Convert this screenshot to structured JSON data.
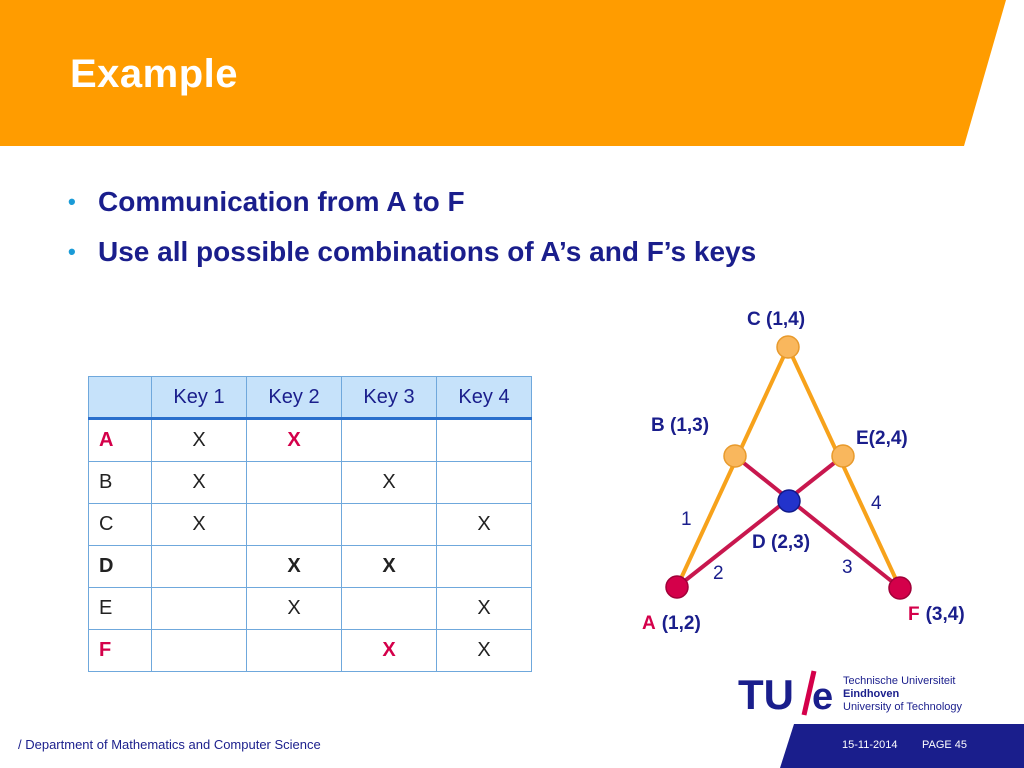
{
  "slide": {
    "title": "Example",
    "bullets": [
      "Communication from A to F",
      "Use all possible combinations of A’s and F’s keys"
    ]
  },
  "table": {
    "headers": [
      "",
      "Key 1",
      "Key 2",
      "Key 3",
      "Key 4"
    ],
    "rows": [
      {
        "name": "A",
        "cells": [
          "X",
          "X",
          "",
          ""
        ]
      },
      {
        "name": "B",
        "cells": [
          "X",
          "",
          "X",
          ""
        ]
      },
      {
        "name": "C",
        "cells": [
          "X",
          "",
          "",
          "X"
        ]
      },
      {
        "name": "D",
        "cells": [
          "",
          "X",
          "X",
          ""
        ]
      },
      {
        "name": "E",
        "cells": [
          "",
          "X",
          "",
          "X"
        ]
      },
      {
        "name": "F",
        "cells": [
          "",
          "",
          "X",
          "X"
        ]
      }
    ]
  },
  "graph": {
    "nodes": {
      "C": {
        "label": "C (1,4)"
      },
      "B": {
        "label": "B (1,3)"
      },
      "E": {
        "label": "E(2,4)"
      },
      "D": {
        "label": "D (2,3)"
      },
      "A": {
        "letter": "A",
        "coords": "(1,2)"
      },
      "F": {
        "letter": "F",
        "coords": "(3,4)"
      }
    },
    "edge_labels": [
      "1",
      "2",
      "3",
      "4"
    ]
  },
  "footer": {
    "department": "/ Department of Mathematics and Computer Science",
    "date": "15-11-2014",
    "page": "PAGE 45"
  },
  "logo": {
    "line1": "Technische Universiteit",
    "line2": "Eindhoven",
    "line3": "University of Technology"
  },
  "colors": {
    "header": "#ff9c00",
    "title": "#ffffff",
    "text_blue": "#1a1e8c",
    "highlight_red": "#d4004a",
    "node_orange": "#f9b75d",
    "node_red": "#d4004a",
    "node_blue": "#2233cc",
    "edge_orange": "#f7a21b",
    "edge_red": "#c8174e",
    "footer_blue": "#1a1e8c"
  }
}
